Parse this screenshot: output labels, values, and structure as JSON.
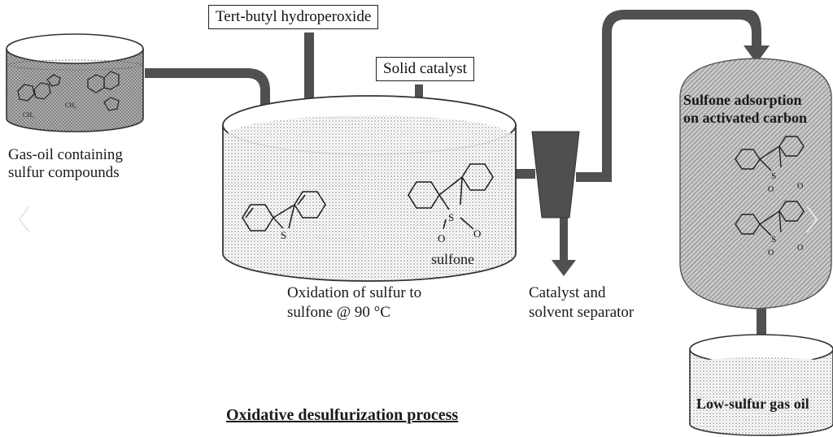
{
  "title": "Oxidative desulfurization process",
  "inputs": {
    "gas_oil": [
      "Gas-oil containing",
      "sulfur compounds"
    ],
    "oxidant": "Tert-butyl hydroperoxide",
    "catalyst": "Solid catalyst"
  },
  "reactor": {
    "caption": [
      "Oxidation of sulfur to",
      "sulfone @ 90 °C"
    ],
    "atom_s": "S",
    "atom_o": "O",
    "product_label": "sulfone",
    "feed_substituent": "CH₃"
  },
  "separator": {
    "caption": [
      "Catalyst and",
      "solvent separator"
    ]
  },
  "adsorber": {
    "caption": [
      "Sulfone adsorption",
      "on activated carbon"
    ]
  },
  "product": {
    "caption": "Low-sulfur gas oil"
  },
  "colors": {
    "arrow": "#505050",
    "text": "#1a1a1a",
    "hatch": "#8a8a8a"
  },
  "icons": {
    "prev": "chevron-left-icon",
    "next": "chevron-right-icon"
  }
}
